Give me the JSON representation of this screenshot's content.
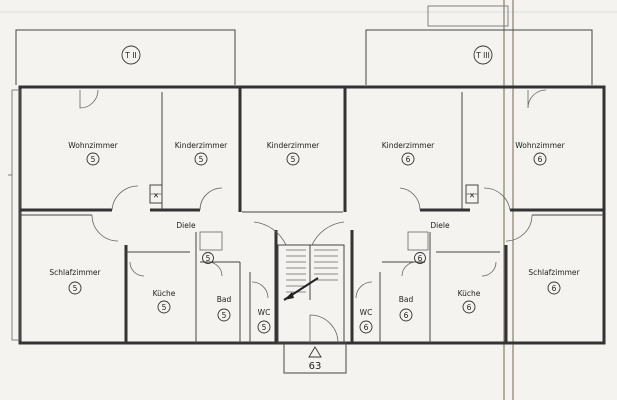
{
  "balconies": [
    {
      "label": "T II"
    },
    {
      "label": "T III"
    }
  ],
  "rooms": {
    "wohnzimmer_l": {
      "name": "Wohnzimmer",
      "num": "5"
    },
    "kinder_l": {
      "name": "Kinderzimmer",
      "num": "5"
    },
    "kinder_c": {
      "name": "Kinderzimmer",
      "num": "5"
    },
    "kinder_r": {
      "name": "Kinderzimmer",
      "num": "6"
    },
    "wohnzimmer_r": {
      "name": "Wohnzimmer",
      "num": "6"
    },
    "diele_l": {
      "name": "Diele",
      "num": "5"
    },
    "diele_r": {
      "name": "Diele",
      "num": "6"
    },
    "schlaf_l": {
      "name": "Schlafzimmer",
      "num": "5"
    },
    "kueche_l": {
      "name": "Küche",
      "num": "5"
    },
    "bad_l": {
      "name": "Bad",
      "num": "5"
    },
    "wc_l": {
      "name": "WC",
      "num": "5"
    },
    "wc_r": {
      "name": "WC",
      "num": "6"
    },
    "bad_r": {
      "name": "Bad",
      "num": "6"
    },
    "kueche_r": {
      "name": "Küche",
      "num": "6"
    },
    "schlaf_r": {
      "name": "Schlafzimmer",
      "num": "6"
    }
  },
  "entrance": {
    "label": "63"
  }
}
